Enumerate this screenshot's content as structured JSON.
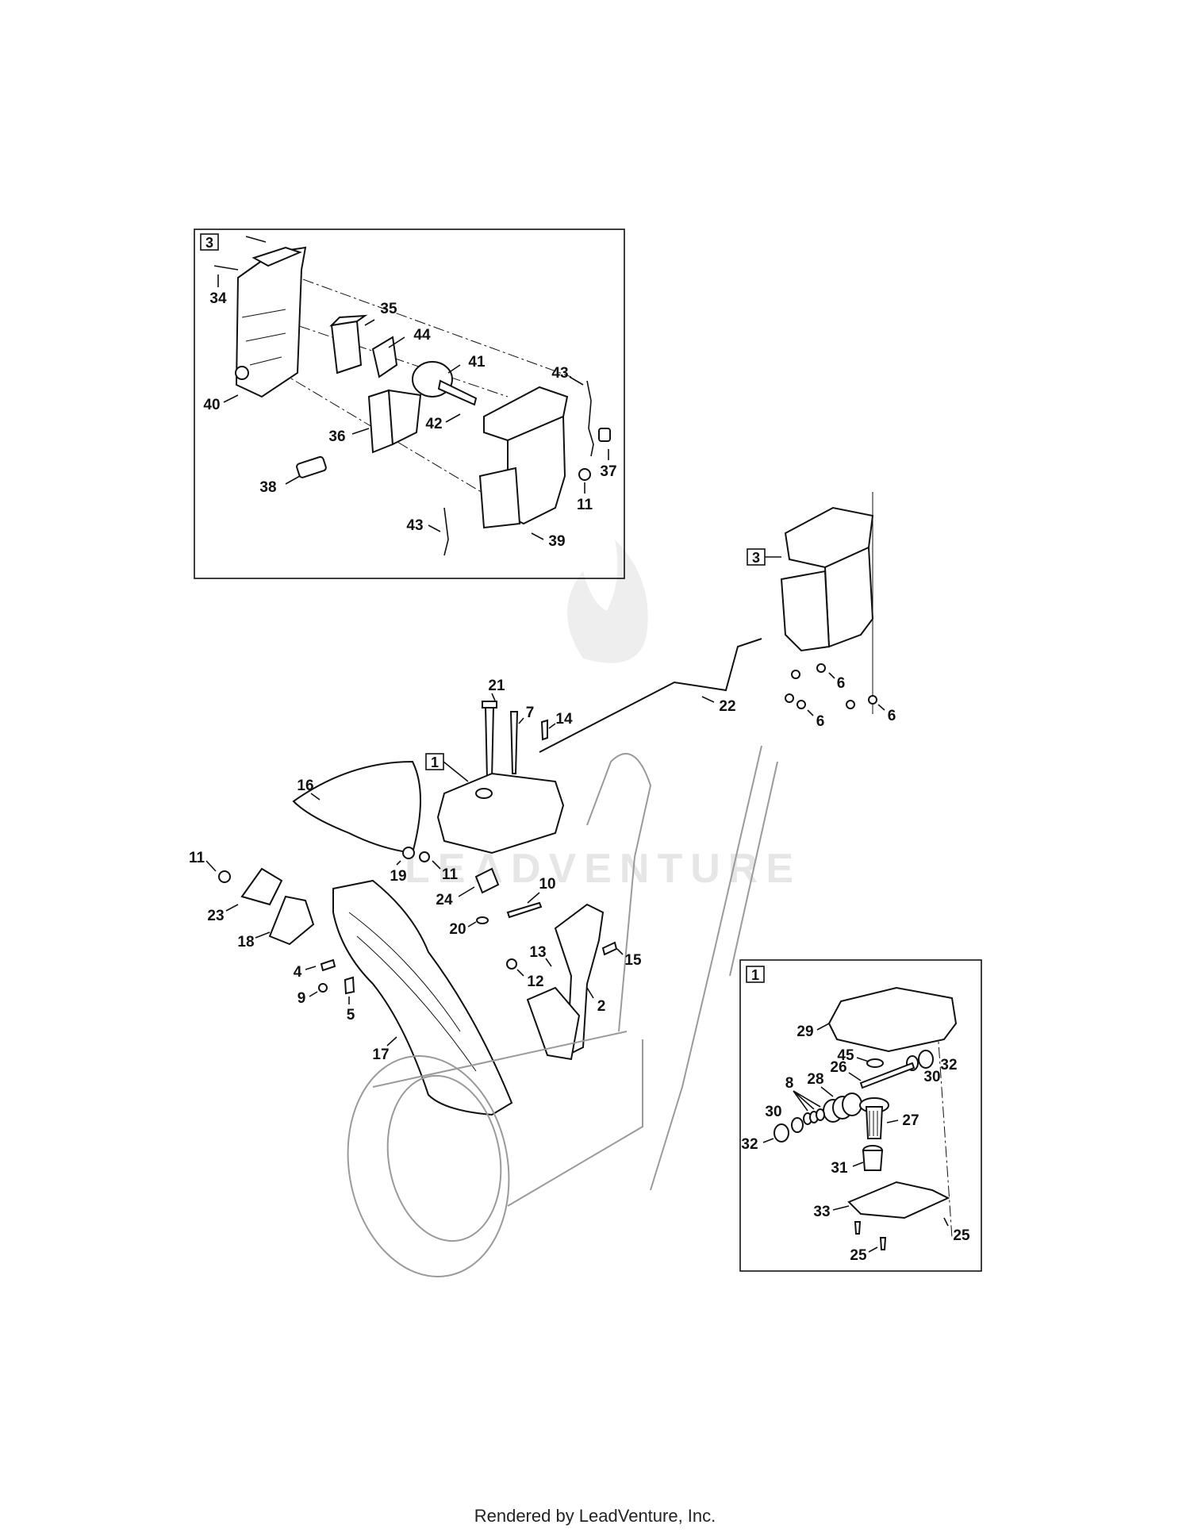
{
  "watermark": "LEADVENTURE",
  "footer": "Rendered by LeadVenture, Inc.",
  "insets": {
    "top_box_label": "3",
    "main_ref_3": "3",
    "main_ref_1": "1",
    "bottom_box_label": "1"
  },
  "callouts": {
    "c34": "34",
    "c35": "35",
    "c44": "44",
    "c41": "41",
    "c43a": "43",
    "c40": "40",
    "c42": "42",
    "c36": "36",
    "c37": "37",
    "c38": "38",
    "c11a": "11",
    "c39": "39",
    "c43b": "43",
    "c6a": "6",
    "c6b": "6",
    "c6c": "6",
    "c22": "22",
    "c21": "21",
    "c7": "7",
    "c14": "14",
    "c16": "16",
    "c11b": "11",
    "c19": "19",
    "c11c": "11",
    "c24": "24",
    "c10": "10",
    "c23": "23",
    "c18": "18",
    "c20": "20",
    "c13": "13",
    "c15": "15",
    "c4": "4",
    "c12": "12",
    "c2": "2",
    "c9": "9",
    "c5": "5",
    "c17": "17",
    "c29": "29",
    "c45": "45",
    "c26": "26",
    "c32a": "32",
    "c30a": "30",
    "c8": "8",
    "c28": "28",
    "c30b": "30",
    "c27": "27",
    "c32b": "32",
    "c31": "31",
    "c33": "33",
    "c25a": "25",
    "c25b": "25"
  }
}
